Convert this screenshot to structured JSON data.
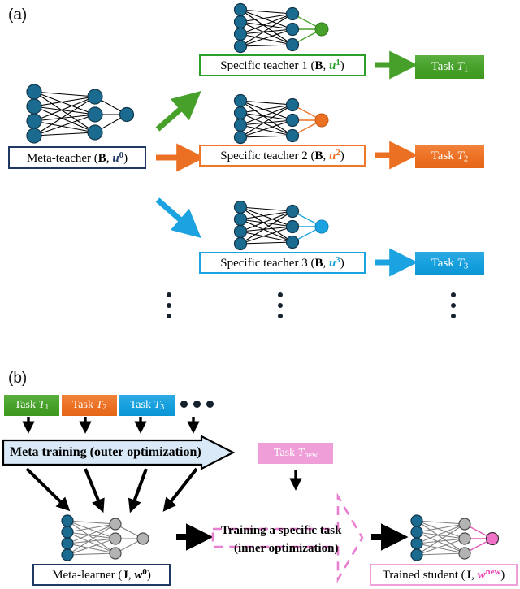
{
  "figure": {
    "panel_a_label": "(a)",
    "panel_b_label": "(b)"
  },
  "panel_a": {
    "meta_teacher": {
      "label_prefix": "Meta-teacher (",
      "matrix": "B",
      "comma": ", ",
      "vector": "u",
      "superscript": "0",
      "label_suffix": ")",
      "border_color": "#1f3864",
      "network": {
        "layers": [
          4,
          3,
          1
        ],
        "node_color": "#1a6b8f",
        "edge_color": "#000000"
      }
    },
    "branch_arrows": [
      {
        "name": "arrow-to-teacher-1",
        "direction": "up-right",
        "color": "#46a02a"
      },
      {
        "name": "arrow-to-teacher-2",
        "direction": "right",
        "color": "#ec7024"
      },
      {
        "name": "arrow-to-teacher-3",
        "direction": "down-right",
        "color": "#1aa3e0"
      }
    ],
    "specific_teachers": [
      {
        "label_prefix": "Specific teacher 1 (",
        "matrix": "B",
        "comma": ", ",
        "vector": "u",
        "superscript": "1",
        "label_suffix": ")",
        "color": "#2aa02a",
        "task": {
          "prefix": "Task ",
          "symbol": "T",
          "subscript": "1"
        },
        "network": {
          "layers": [
            4,
            3,
            1
          ],
          "hidden_color": "#1a6b8f",
          "output_color": "#46a02a"
        }
      },
      {
        "label_prefix": "Specific teacher 2 (",
        "matrix": "B",
        "comma": ", ",
        "vector": "u",
        "superscript": "2",
        "label_suffix": ")",
        "color": "#ec7024",
        "task": {
          "prefix": "Task ",
          "symbol": "T",
          "subscript": "2"
        },
        "network": {
          "layers": [
            4,
            3,
            1
          ],
          "hidden_color": "#1a6b8f",
          "output_color": "#ec7024"
        }
      },
      {
        "label_prefix": "Specific teacher 3 (",
        "matrix": "B",
        "comma": ", ",
        "vector": "u",
        "superscript": "3",
        "label_suffix": ")",
        "color": "#1aa3e0",
        "task": {
          "prefix": "Task ",
          "symbol": "T",
          "subscript": "3"
        },
        "network": {
          "layers": [
            4,
            3,
            1
          ],
          "hidden_color": "#1a6b8f",
          "output_color": "#1aa3e0"
        }
      }
    ],
    "ellipsis_columns": 3
  },
  "panel_b": {
    "task_chips": [
      {
        "prefix": "Task ",
        "symbol": "T",
        "subscript": "1",
        "color": "#46a02a"
      },
      {
        "prefix": "Task ",
        "symbol": "T",
        "subscript": "2",
        "color": "#ec7024"
      },
      {
        "prefix": "Task ",
        "symbol": "T",
        "subscript": "3",
        "color": "#159fdd"
      }
    ],
    "task_chips_ellipsis": "•••",
    "meta_training_banner": {
      "text": "Meta training (outer optimization)",
      "fill": "#d9e9f7",
      "stroke": "#000000"
    },
    "meta_learner": {
      "label_prefix": "Meta-learner (",
      "matrix": "J",
      "comma": ", ",
      "vector": "w",
      "superscript": "0",
      "label_suffix": ")",
      "border_color": "#1f3864",
      "network": {
        "layers": [
          4,
          3,
          1
        ],
        "input_color": "#1a6b8f",
        "hidden_color": "#b3b3b3",
        "edge_color": "#808080"
      }
    },
    "new_task_chip": {
      "prefix": "Task ",
      "symbol": "T",
      "subscript": "new",
      "color": "#ef9ed8"
    },
    "inner_optimization": {
      "line1": "Training a specific task",
      "line2": "(inner optimization)",
      "stroke": "#e87fd0",
      "style": "dashed-arrow"
    },
    "trained_student": {
      "label_prefix": "Trained student (",
      "matrix": "J",
      "comma": ", ",
      "vector": "w",
      "superscript": "new",
      "label_suffix": ")",
      "border_color": "#f0a0d8",
      "network": {
        "layers": [
          4,
          3,
          1
        ],
        "input_color": "#1a6b8f",
        "hidden_color": "#b3b3b3",
        "output_color": "#ef72c8",
        "output_edge_color": "#e05ab8"
      }
    },
    "black_arrows": 2
  }
}
